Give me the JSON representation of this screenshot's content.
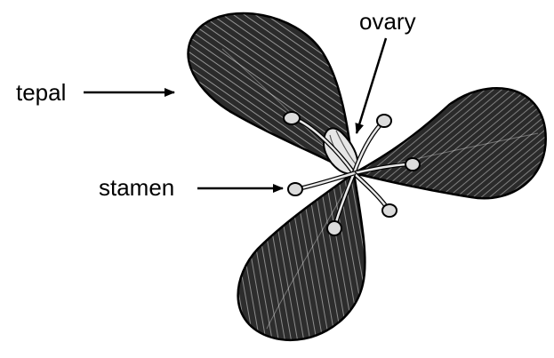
{
  "labels": {
    "tepal": "tepal",
    "ovary": "ovary",
    "stamen": "stamen"
  },
  "colors": {
    "ink": "#000000",
    "petal_dark": "#2b2b2b",
    "petal_mid": "#555555",
    "highlight": "#ffffff",
    "background": "#ffffff"
  },
  "icons": {
    "pointer": "arrow-icon"
  }
}
